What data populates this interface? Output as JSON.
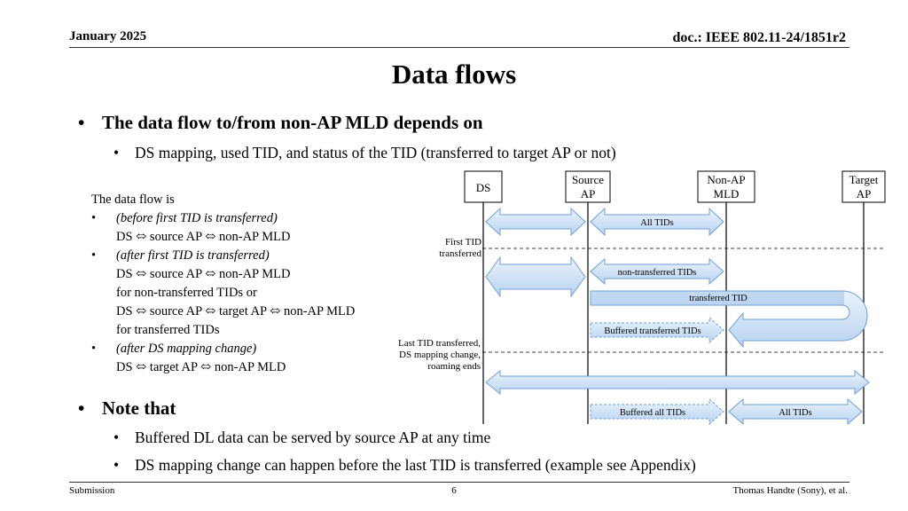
{
  "header": {
    "date": "January 2025",
    "doc": "doc.: IEEE 802.11-24/1851r2"
  },
  "title": "Data flows",
  "bullets": {
    "b1": "The data flow to/from non-AP MLD depends on",
    "b1a": "DS mapping, used TID, and status of the TID (transferred to target AP or not)",
    "b2": "Note that",
    "b2a": "Buffered DL data can be served by source AP at any time",
    "b2b": "DS mapping change can happen before the last TID is transferred (example see Appendix)"
  },
  "flow_desc": {
    "intro": "The data flow is",
    "c1_case": "(before first TID is transferred)",
    "c1_path": "DS ⬄ source AP ⬄ non-AP MLD",
    "c2_case": "(after first TID is transferred)",
    "c2_path1": "DS ⬄ source AP ⬄ non-AP MLD",
    "c2_note1": "for non-transferred TIDs or",
    "c2_path2": "DS ⬄ source AP ⬄ target AP ⬄ non-AP MLD",
    "c2_note2": "for transferred TIDs",
    "c3_case": "(after DS mapping change)",
    "c3_path": "DS ⬄ target AP ⬄ non-AP MLD"
  },
  "diagram": {
    "entities": {
      "ds": "DS",
      "source_l1": "Source",
      "source_l2": "AP",
      "nonap_l1": "Non-AP",
      "nonap_l2": "MLD",
      "target_l1": "Target",
      "target_l2": "AP"
    },
    "events": {
      "first_l1": "First TID",
      "first_l2": "transferred",
      "last_l1": "Last TID transferred,",
      "last_l2": "DS mapping change,",
      "last_l3": "roaming ends"
    },
    "labels": {
      "all_tids_1": "All TIDs",
      "non_transferred": "non-transferred TIDs",
      "transferred": "transferred TID",
      "buffered_transferred": "Buffered transferred TIDs",
      "buffered_all": "Buffered all TIDs",
      "all_tids_2": "All TIDs"
    },
    "colors": {
      "arrow_fill": "#cfe2f7",
      "arrow_stroke": "#6f9fd8",
      "tid_bar": "#7aa9e0"
    }
  },
  "footer": {
    "left": "Submission",
    "page": "6",
    "right": "Thomas Handte (Sony), et al."
  }
}
